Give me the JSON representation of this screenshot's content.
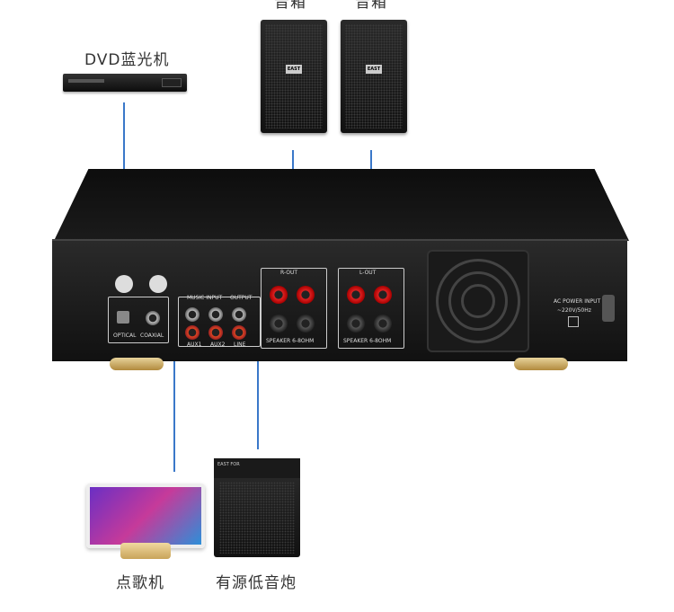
{
  "devices": {
    "dvd": {
      "label": "DVD蓝光机"
    },
    "speakers": {
      "left_label": "音箱",
      "right_label": "音箱",
      "badge": "EAST"
    },
    "jukebox": {
      "label": "点歌机"
    },
    "subwoofer": {
      "label": "有源低音炮",
      "badge": "EAST FOR"
    }
  },
  "amplifier": {
    "optical": "OPTICAL",
    "coaxial": "COAXIAL",
    "music_input": "MUSIC INPUT",
    "output": "OUTPUT",
    "aux1": "AUX1",
    "aux2": "AUX2",
    "line": "LINE",
    "r_out": "R-OUT",
    "l_out": "L-OUT",
    "speaker_r": "SPEAKER  6-8OHM",
    "speaker_l": "SPEAKER  6-8OHM",
    "ac_power": "AC POWER INPUT",
    "ac_voltage": "~220V/50Hz"
  },
  "colors": {
    "wire": "#3a78c9",
    "chassis": "#1a1a1a",
    "foot": "#c9a65a"
  }
}
